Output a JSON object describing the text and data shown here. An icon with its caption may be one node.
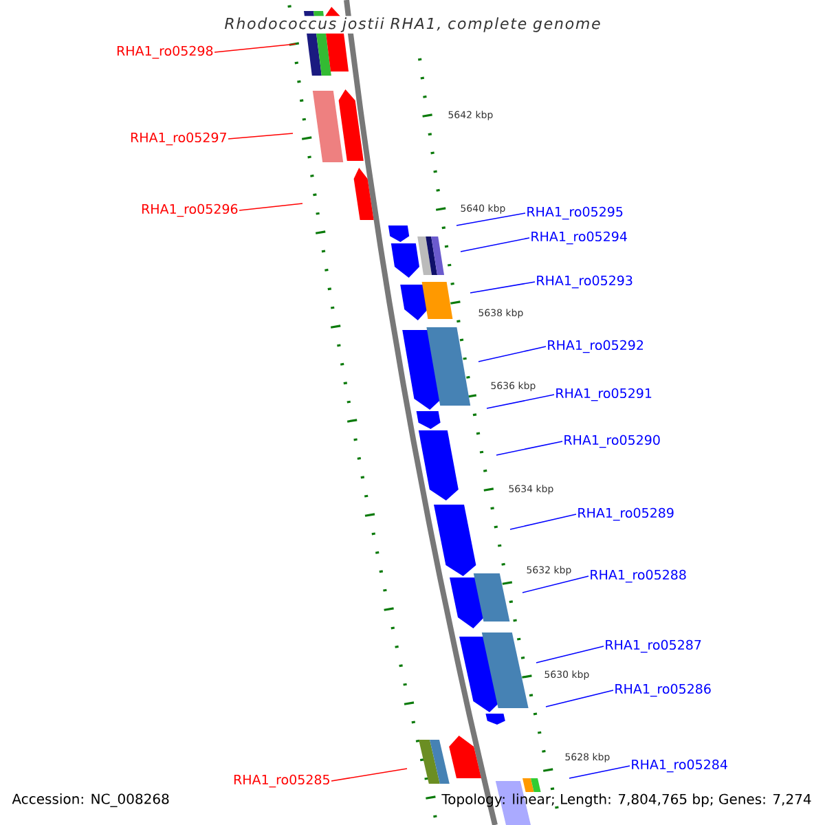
{
  "diagram": {
    "title": "Rhodococcus jostii RHA1, complete genome",
    "nodes": [
      {
        "text": [
          "RHA1_ro05298"
        ]
      },
      {
        "text": [
          "RHA1_ro05297"
        ]
      },
      {
        "text": [
          "RHA1_ro05296"
        ]
      },
      {
        "text": [
          "RHA1_ro05295"
        ]
      },
      {
        "text": [
          "RHA1_ro05294"
        ]
      },
      {
        "text": [
          "RHA1_ro05293"
        ]
      },
      {
        "text": [
          "RHA1_ro05292"
        ]
      },
      {
        "text": [
          "RHA1_ro05291"
        ]
      },
      {
        "text": [
          "RHA1_ro05290"
        ]
      },
      {
        "text": [
          "RHA1_ro05289"
        ]
      },
      {
        "text": [
          "RHA1_ro05288"
        ]
      },
      {
        "text": [
          "RHA1_ro05287"
        ]
      },
      {
        "text": [
          "RHA1_ro05286"
        ]
      },
      {
        "text": [
          "RHA1_ro05285"
        ]
      },
      {
        "text": [
          "RHA1_ro05284"
        ]
      }
    ],
    "edges": [
      {
        "from": 0,
        "to": null,
        "arrow": "none",
        "color": "#ff0000"
      },
      {
        "from": 1,
        "to": null,
        "arrow": "none",
        "color": "#ff0000"
      },
      {
        "from": 2,
        "to": null,
        "arrow": "none",
        "color": "#ff0000"
      },
      {
        "from": 3,
        "to": null,
        "arrow": "none"
      },
      {
        "from": 4,
        "to": null,
        "arrow": "none"
      },
      {
        "from": 5,
        "to": null,
        "arrow": "none"
      },
      {
        "from": 6,
        "to": null,
        "arrow": "none"
      },
      {
        "from": 7,
        "to": null,
        "arrow": "none"
      },
      {
        "from": 8,
        "to": null,
        "arrow": "none"
      },
      {
        "from": 9,
        "to": null,
        "arrow": "none"
      },
      {
        "from": 10,
        "to": null,
        "arrow": "none"
      },
      {
        "from": 11,
        "to": null,
        "arrow": "none"
      },
      {
        "from": 12,
        "to": null,
        "arrow": "none"
      },
      {
        "from": 13,
        "to": null,
        "arrow": "none",
        "color": "#ff0000"
      },
      {
        "from": 14,
        "to": null,
        "arrow": "none"
      }
    ],
    "labels": [
      "5642 kbp",
      "5640 kbp",
      "5638 kbp",
      "5636 kbp",
      "5634 kbp",
      "5632 kbp",
      "5630 kbp",
      "5628 kbp",
      "Accession: NC_008268",
      "Topology: linear; Length: 7,804,765 bp; Genes: 7,274"
    ]
  }
}
